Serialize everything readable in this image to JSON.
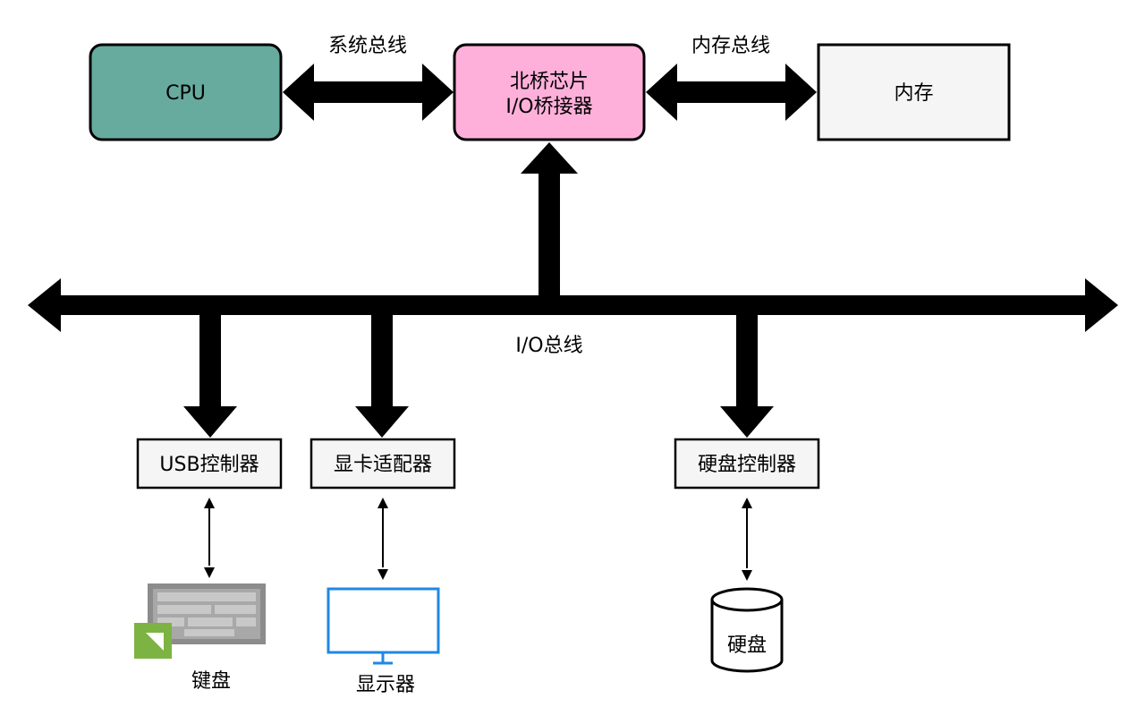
{
  "diagram": {
    "nodes": {
      "cpu": {
        "label": "CPU",
        "fill": "#67AB9F"
      },
      "northbridge": {
        "line1": "北桥芯片",
        "line2": "I/O桥接器",
        "fill": "#FFB0DA"
      },
      "memory": {
        "label": "内存",
        "fill": "#F5F5F5"
      },
      "usb_controller": {
        "label": "USB控制器",
        "fill": "#F5F5F5"
      },
      "graphics_adapter": {
        "label": "显卡适配器",
        "fill": "#F5F5F5"
      },
      "disk_controller": {
        "label": "硬盘控制器",
        "fill": "#F5F5F5"
      }
    },
    "buses": {
      "system_bus": "系统总线",
      "memory_bus": "内存总线",
      "io_bus": "I/O总线"
    },
    "devices": {
      "keyboard": {
        "label": "键盘",
        "icon": "keyboard-icon"
      },
      "monitor": {
        "label": "显示器",
        "icon": "monitor-icon",
        "color": "#1E88E5"
      },
      "disk": {
        "label": "硬盘",
        "icon": "disk-cylinder-icon"
      }
    }
  }
}
